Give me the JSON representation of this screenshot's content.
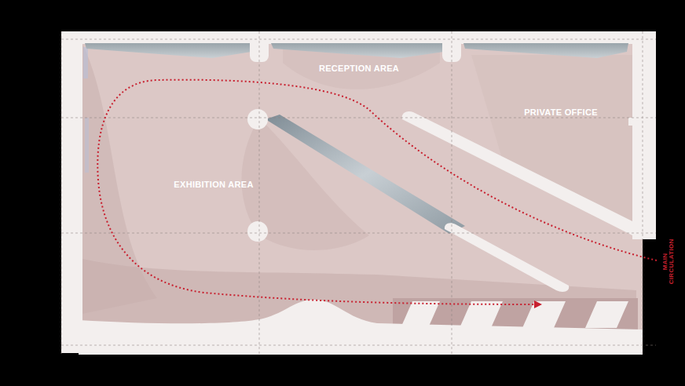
{
  "diagram": {
    "labels": [
      "RECEPTION AREA",
      "PRIVATE OFFICE",
      "EXHIBITION AREA",
      "MAIN CIRCULATION"
    ]
  }
}
